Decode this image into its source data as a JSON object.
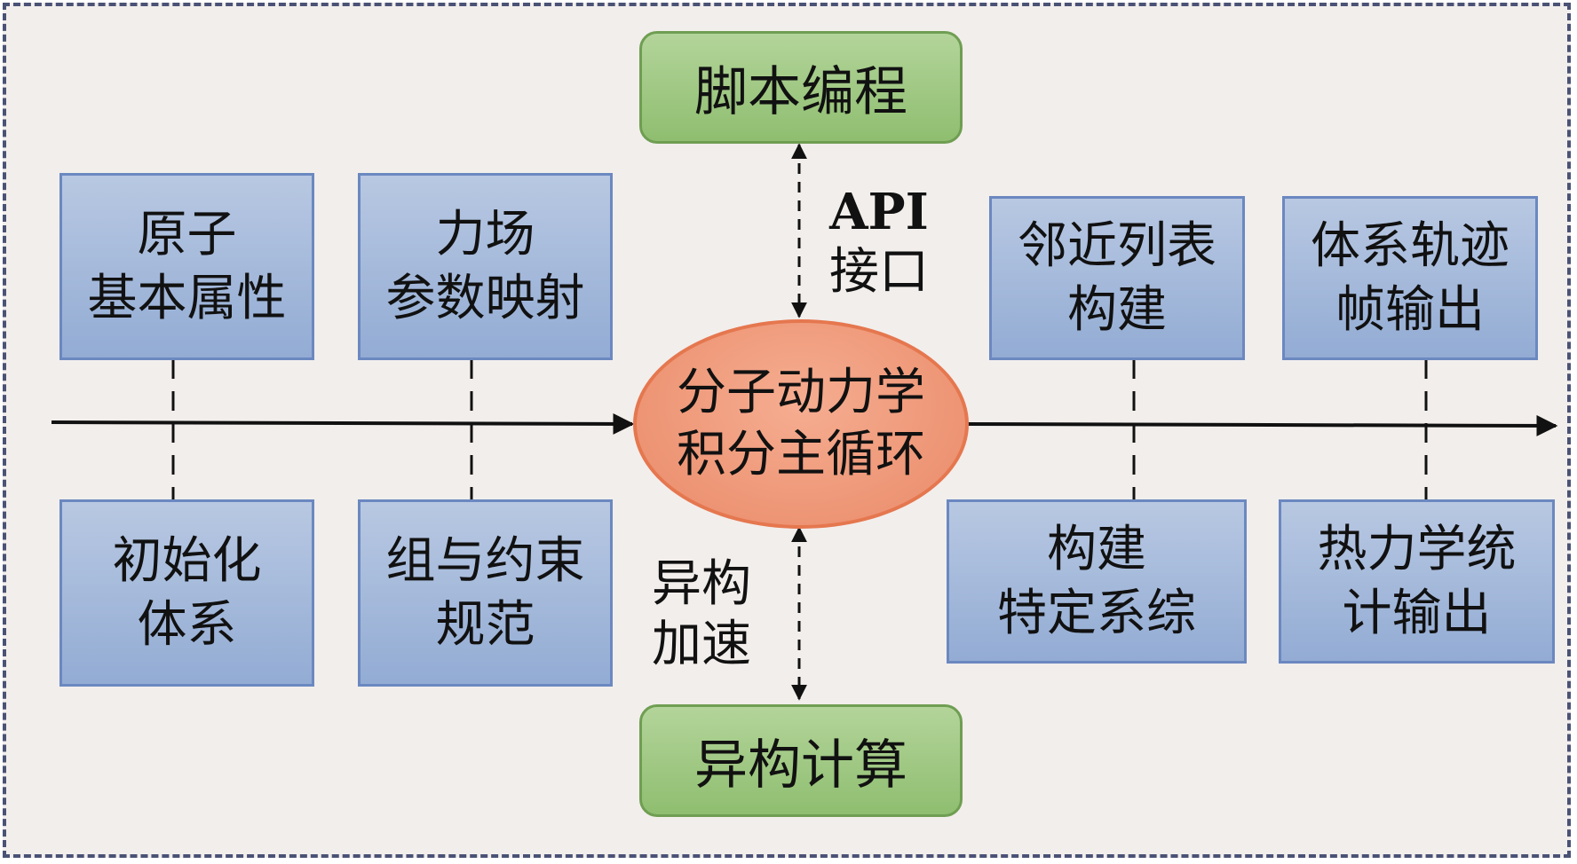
{
  "nodes": {
    "script_programming": "脚本编程",
    "atom_properties": [
      "原子",
      "基本属性"
    ],
    "force_field_mapping": [
      "力场",
      "参数映射"
    ],
    "init_system": [
      "初始化",
      "体系"
    ],
    "group_constraints": [
      "组与约束",
      "规范"
    ],
    "md_main_loop": [
      "分子动力学",
      "积分主循环"
    ],
    "neighbor_list": [
      "邻近列表",
      "构建"
    ],
    "trajectory_output": [
      "体系轨迹",
      "帧输出"
    ],
    "ensemble_build": [
      "构建",
      "特定系综"
    ],
    "thermo_output": [
      "热力学统",
      "计输出"
    ],
    "heterogeneous_computing": "异构计算"
  },
  "edge_labels": {
    "api": [
      "API",
      "接口"
    ],
    "hetero_accel": [
      "异构",
      "加速"
    ]
  },
  "colors": {
    "blue_box": "#a5b9db",
    "blue_border": "#6b88c0",
    "green_box": "#a0c885",
    "green_border": "#6f9e52",
    "oval_fill": "#ef9b7b",
    "oval_border": "#e5774f",
    "background": "#f2eeec",
    "frame_border": "#4a5275",
    "line": "#111111"
  }
}
